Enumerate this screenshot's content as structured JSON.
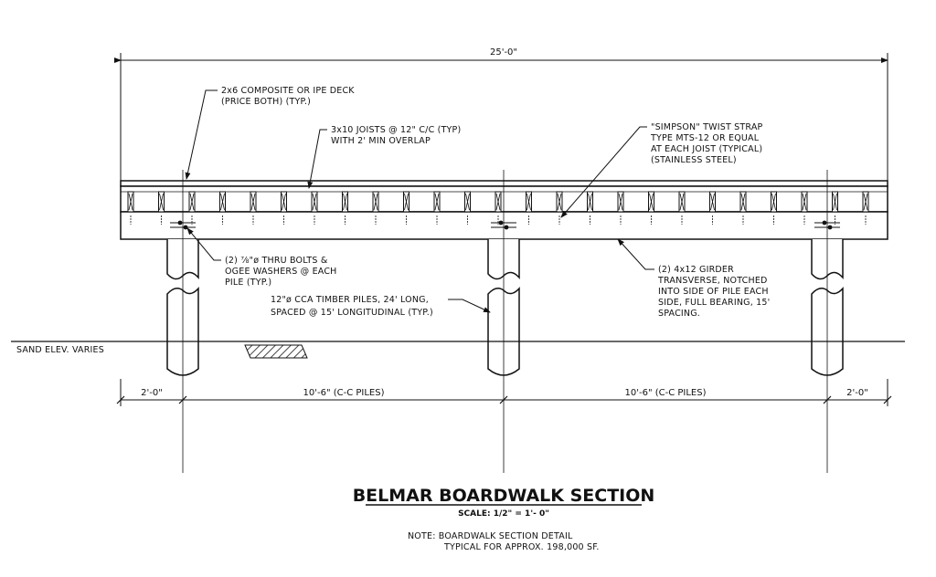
{
  "overall_dim": "25'-0\"",
  "labels": {
    "deck": [
      "2x6 COMPOSITE OR IPE DECK",
      "(PRICE BOTH) (TYP.)"
    ],
    "joists": [
      "3x10 JOISTS @ 12\" C/C (TYP)",
      "WITH 2' MIN OVERLAP"
    ],
    "strap": [
      "\"SIMPSON\" TWIST STRAP",
      "TYPE MTS-12 OR EQUAL",
      "AT EACH JOIST (TYPICAL)",
      "(STAINLESS STEEL)"
    ],
    "bolts": [
      "(2) ⅞\"ø THRU BOLTS &",
      "OGEE WASHERS @ EACH",
      "PILE (TYP.)"
    ],
    "piles": [
      "12\"ø CCA TIMBER PILES, 24' LONG,",
      "SPACED @ 15' LONGITUDINAL (TYP.)"
    ],
    "girder": [
      "(2) 4x12 GIRDER",
      "TRANSVERSE, NOTCHED",
      "INTO SIDE OF PILE EACH",
      "SIDE, FULL BEARING, 15'",
      "SPACING."
    ],
    "sand": "SAND ELEV. VARIES"
  },
  "dims": {
    "left_overhang": "2'-0\"",
    "span_left": "10'-6\" (C-C PILES)",
    "span_right": "10'-6\" (C-C PILES)",
    "right_overhang": "2'-0\""
  },
  "title": "BELMAR BOARDWALK SECTION",
  "scale": "SCALE: 1/2\" = 1'- 0\"",
  "note": [
    "NOTE:  BOARDWALK SECTION DETAIL",
    "TYPICAL FOR APPROX. 198,000 SF."
  ]
}
